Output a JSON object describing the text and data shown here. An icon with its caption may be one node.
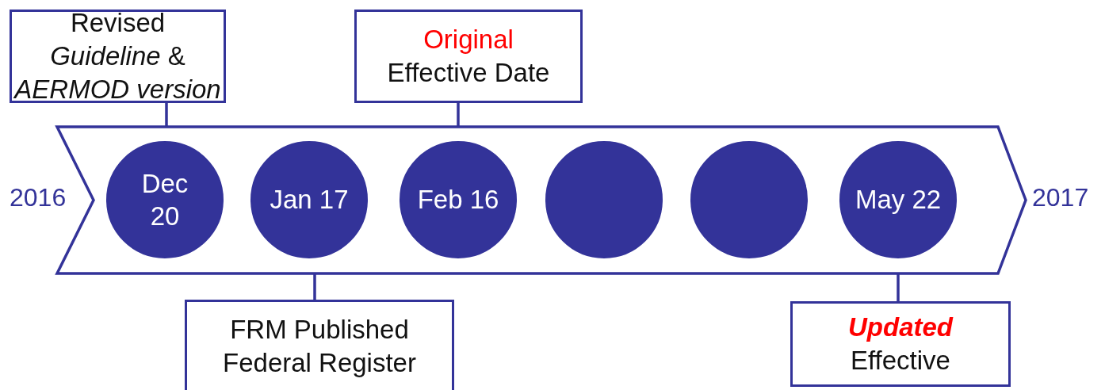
{
  "diagram": {
    "nodes": [
      {
        "text": [
          "Revised *Guideline* & *AERMOD version*"
        ]
      },
      {
        "text": [
          "Original",
          "Effective Date"
        ]
      },
      {
        "text": [],
        "shape": "chevron",
        "beside": [
          "2016",
          "2017"
        ]
      },
      {
        "text": [
          "Dec 20"
        ],
        "in": 2
      },
      {
        "text": [
          "Jan 17"
        ],
        "in": 2
      },
      {
        "text": [
          "Feb 16"
        ],
        "in": 2
      },
      {
        "text": [],
        "shape": "circle",
        "in": 2
      },
      {
        "text": [],
        "shape": "circle",
        "in": 2
      },
      {
        "text": [
          "May 22"
        ],
        "in": 2
      },
      {
        "text": [
          "FRM Published Federal Register"
        ]
      },
      {
        "text": [
          "Updated",
          "Effective"
        ]
      }
    ],
    "edges": [
      {
        "from": 0,
        "to": 2,
        "arrow": "none"
      },
      {
        "from": 1,
        "to": 2,
        "arrow": "none"
      },
      {
        "from": 2,
        "to": 9,
        "arrow": "none"
      },
      {
        "from": 2,
        "to": 10,
        "arrow": "none"
      }
    ]
  }
}
